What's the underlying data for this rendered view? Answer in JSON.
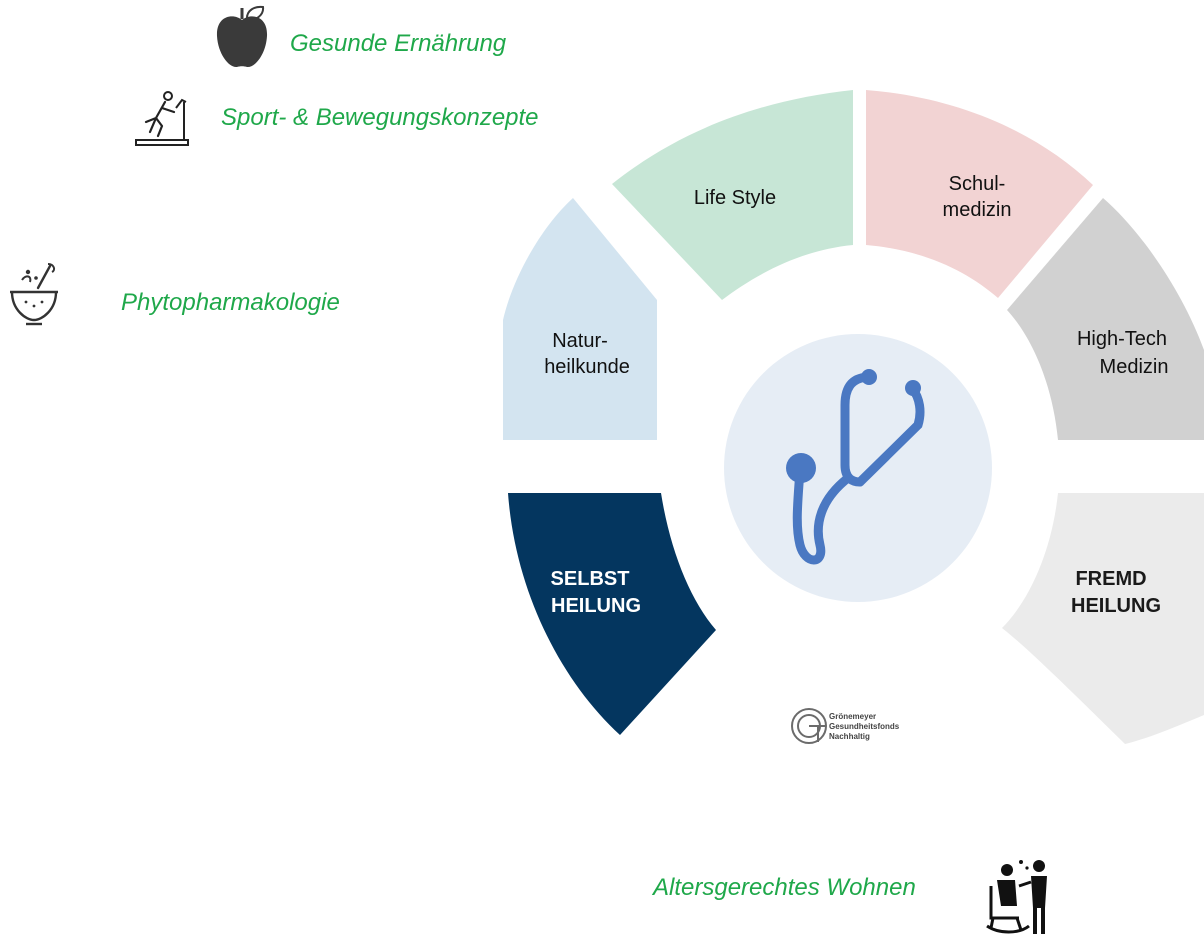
{
  "side_items": [
    {
      "label": "Gesunde Ernährung",
      "icon": "apple-icon"
    },
    {
      "label": "Sport- & Bewegungskonzepte",
      "icon": "treadmill-icon"
    },
    {
      "label": "Phytopharmakologie",
      "icon": "mortar-bowl-icon"
    },
    {
      "label": "Altersgerechtes Wohnen",
      "icon": "elderly-care-icon"
    }
  ],
  "diagram": {
    "segments": {
      "life_style": "Life Style",
      "schul_l1": "Schul-",
      "schul_l2": "medizin",
      "natur_l1": "Natur-",
      "natur_l2": "heilkunde",
      "hightech_l1": "High-Tech",
      "hightech_l2": "Medizin",
      "selbst_l1": "SELBST",
      "selbst_l2": "HEILUNG",
      "fremd_l1": "FREMD",
      "fremd_l2": "HEILUNG"
    },
    "center_icon": "stethoscope-icon",
    "logo": {
      "line1": "Grönemeyer",
      "line2": "Gesundheitsfonds",
      "line3": "Nachhaltig"
    }
  },
  "colors": {
    "label_green": "#1fa84a",
    "life_style": "#c7e6d6",
    "schulmedizin": "#f2d3d3",
    "naturheilkunde": "#d3e4f0",
    "high_tech": "#d1d1d1",
    "selbst": "#04365f",
    "fremd": "#ebebeb",
    "center": "#e6edf5",
    "stethoscope": "#4a78c2"
  }
}
